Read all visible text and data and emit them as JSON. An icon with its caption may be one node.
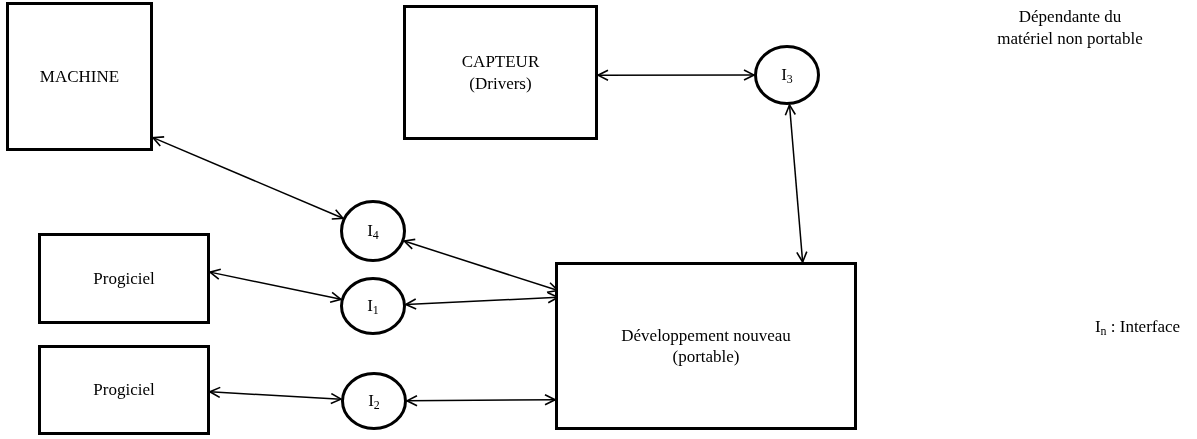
{
  "diagram": {
    "nodes": [
      {
        "text": [
          "MACHINE"
        ]
      },
      {
        "text": [
          "CAPTEUR (Drivers)"
        ]
      },
      {
        "text": [
          "I$_{3}$"
        ]
      },
      {
        "text": [
          "I$_{4}$"
        ]
      },
      {
        "text": [
          "Progiciel"
        ]
      },
      {
        "text": [
          "I$_{1}$"
        ]
      },
      {
        "text": [
          "Progiciel"
        ]
      },
      {
        "text": [
          "I$_{2}$"
        ]
      },
      {
        "text": [
          "Développement nouveau (portable)"
        ]
      }
    ],
    "edges": [
      {
        "from": 1,
        "to": 2,
        "arrow": "both"
      },
      {
        "from": 0,
        "to": 3,
        "arrow": "both"
      },
      {
        "from": 2,
        "to": 8,
        "arrow": "both"
      },
      {
        "from": 3,
        "to": 8,
        "arrow": "both"
      },
      {
        "from": 4,
        "to": 5,
        "arrow": "both"
      },
      {
        "from": 5,
        "to": 8,
        "arrow": "both"
      },
      {
        "from": 6,
        "to": 7,
        "arrow": "both"
      },
      {
        "from": 7,
        "to": 8,
        "arrow": "both"
      }
    ],
    "labels": [
      "Dépendante du matériel non portable",
      "I$_{n}$ : Interface"
    ]
  }
}
